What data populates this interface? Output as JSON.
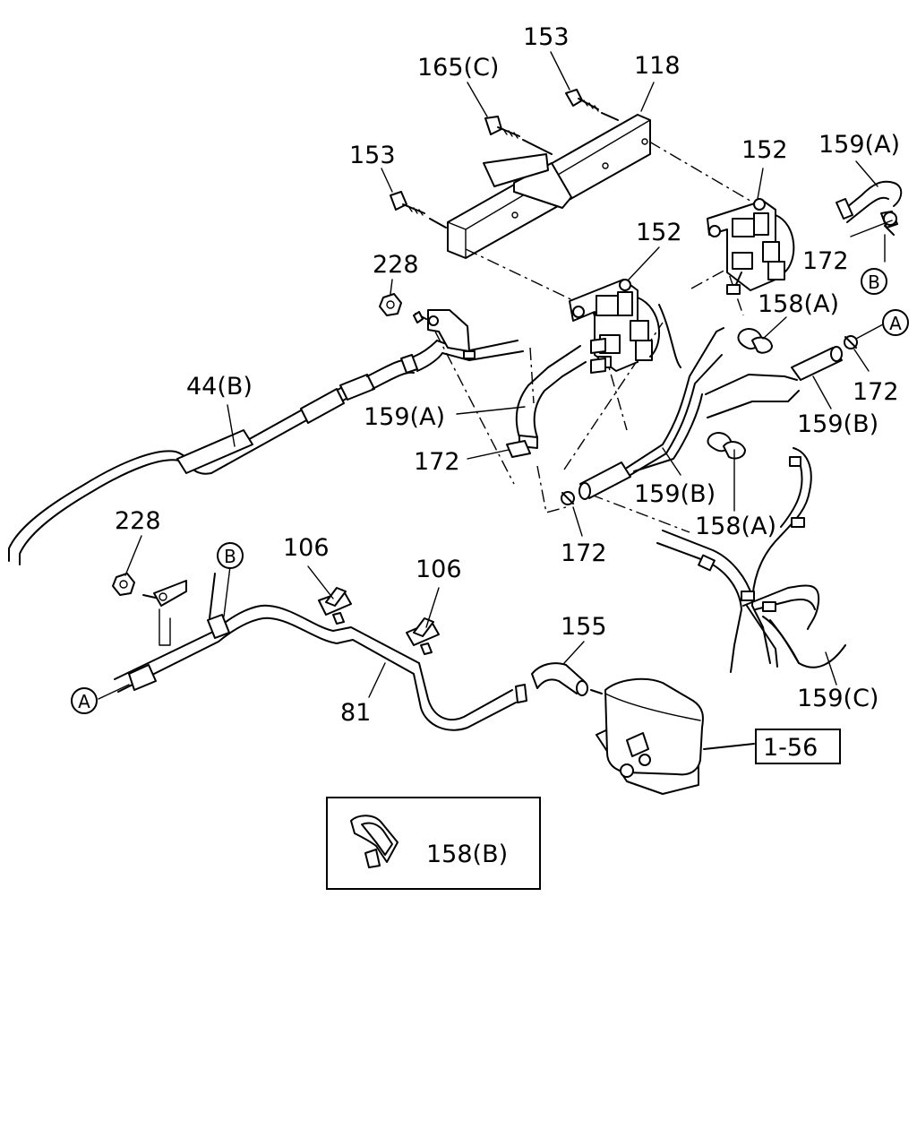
{
  "labels": {
    "l153a": "153",
    "l165c": "165(C)",
    "l118": "118",
    "l153b": "153",
    "l152a": "152",
    "l159a_tr": "159(A)",
    "l152b": "152",
    "l172_tr": "172",
    "lB_tr": "B",
    "l228a": "228",
    "l158a_1": "158(A)",
    "lA_tr": "A",
    "l44b": "44(B)",
    "l172_r": "172",
    "l159a_mid": "159(A)",
    "l159b_r": "159(B)",
    "l172_mid": "172",
    "l159b_mid": "159(B)",
    "l158a_2": "158(A)",
    "l228b": "228",
    "l106a": "106",
    "lB_left": "B",
    "l106b": "106",
    "l172_bot": "172",
    "l155": "155",
    "lA_left": "A",
    "l81": "81",
    "l159c": "159(C)",
    "l156": "1-56",
    "l158b": "158(B)"
  }
}
